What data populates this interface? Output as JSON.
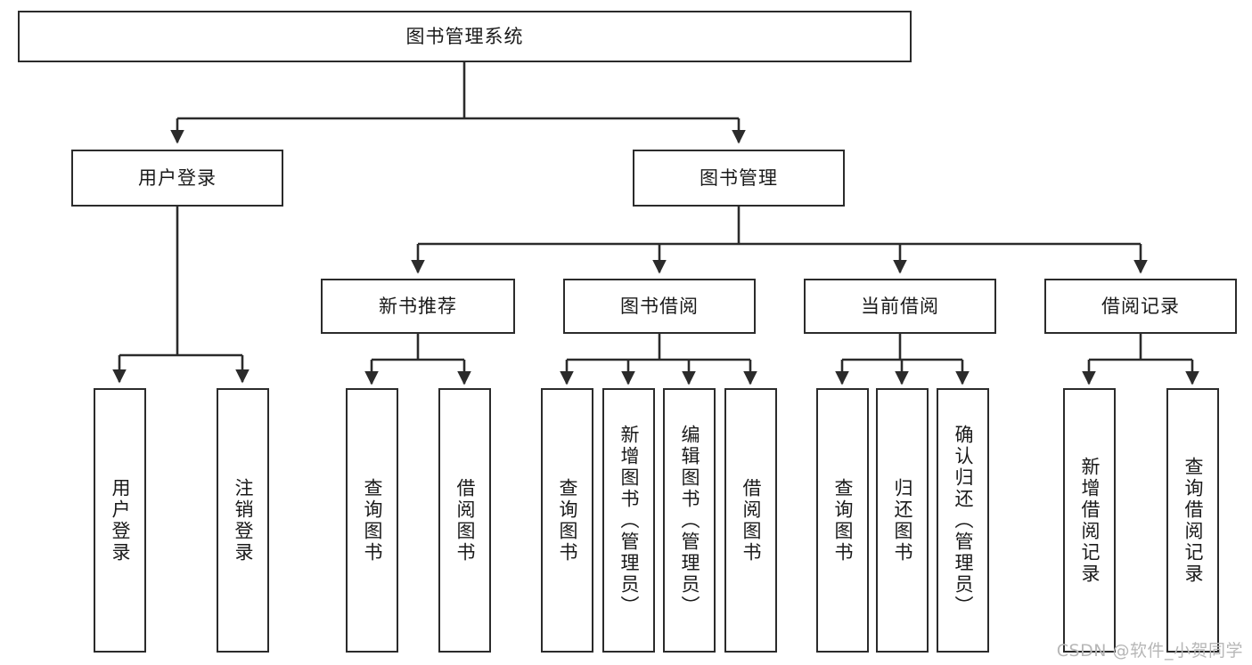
{
  "diagram": {
    "title": "图书管理系统",
    "colors": {
      "box_border": "#2b2b2b",
      "box_fill": "#ffffff",
      "edge": "#2b2b2b",
      "text": "#1a1a1a",
      "watermark": "#b7b7b7",
      "background": "#ffffff"
    },
    "watermark": "CSDN @软件_小贺同学",
    "levels": {
      "root": {
        "label": "图书管理系统"
      },
      "level2": [
        {
          "label": "用户登录"
        },
        {
          "label": "图书管理"
        }
      ],
      "level3": [
        {
          "label": "新书推荐"
        },
        {
          "label": "图书借阅"
        },
        {
          "label": "当前借阅"
        },
        {
          "label": "借阅记录"
        }
      ],
      "leaves": {
        "user_login": [
          {
            "label": "用户登录"
          },
          {
            "label": "注销登录"
          }
        ],
        "new_book_recommend": [
          {
            "label": "查询图书"
          },
          {
            "label": "借阅图书"
          }
        ],
        "book_borrow": [
          {
            "label": "查询图书"
          },
          {
            "label": "新增图书（管理员）"
          },
          {
            "label": "编辑图书（管理员）"
          },
          {
            "label": "借阅图书"
          }
        ],
        "current_borrow": [
          {
            "label": "查询图书"
          },
          {
            "label": "归还图书"
          },
          {
            "label": "确认归还（管理员）"
          }
        ],
        "borrow_record": [
          {
            "label": "新增借阅记录"
          },
          {
            "label": "查询借阅记录"
          }
        ]
      }
    }
  }
}
